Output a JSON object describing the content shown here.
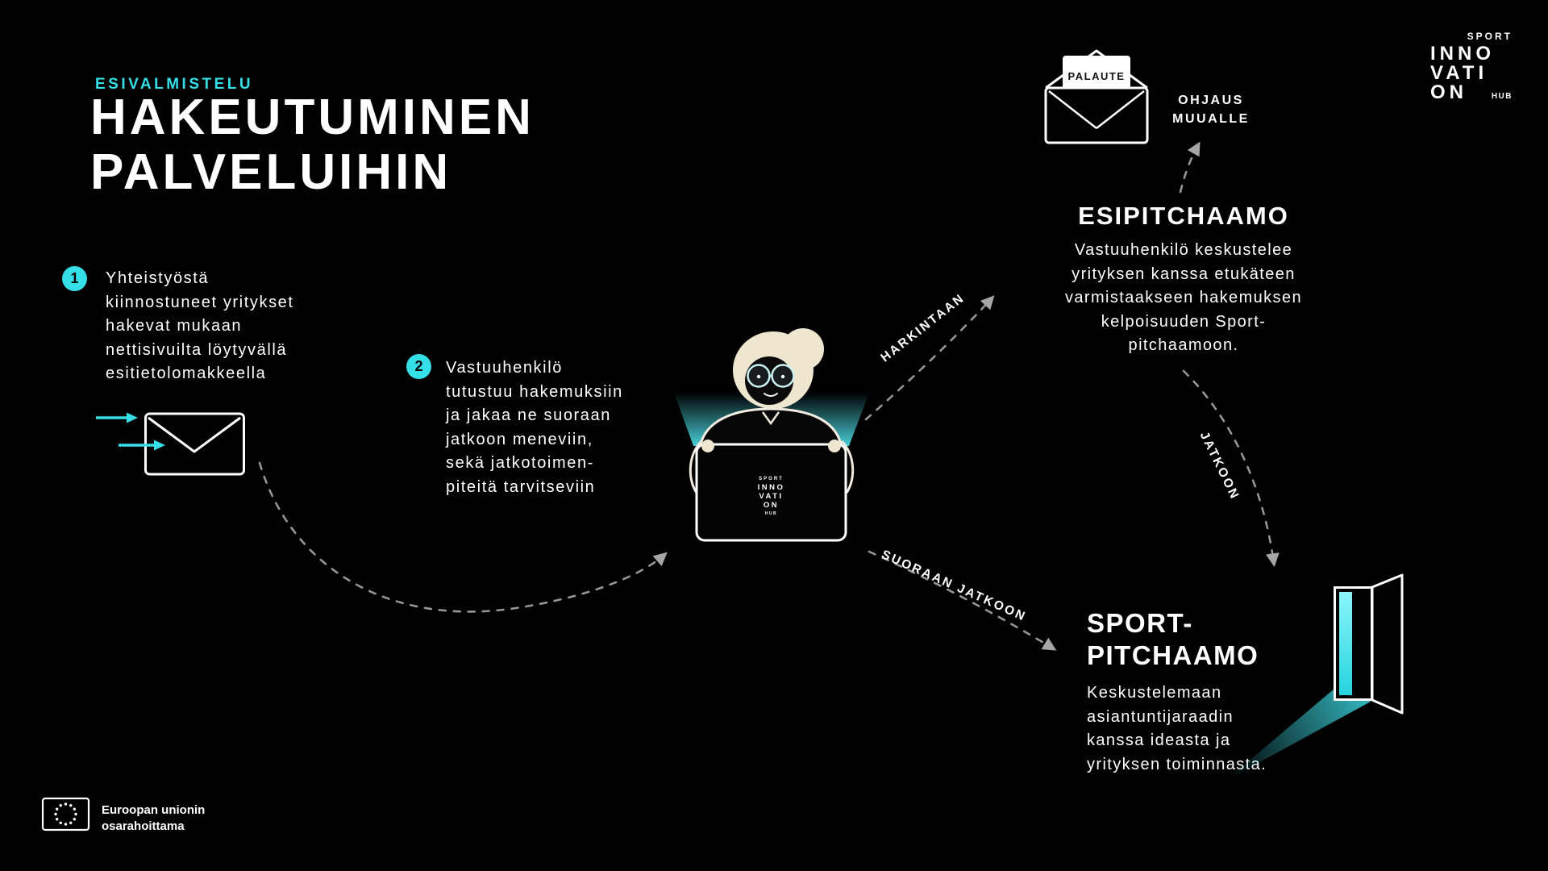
{
  "theme": {
    "background": "#000000",
    "accent": "#35DFE8",
    "text_color": "#FFFFFF",
    "dash_color": "#9B9B9B"
  },
  "header": {
    "kicker": "ESIVALMISTELU",
    "title_lines": [
      "HAKEUTUMINEN",
      "PALVELUIHIN"
    ]
  },
  "brand_logo": {
    "sport": "SPORT",
    "row1": "INNO",
    "row2": "VATI",
    "row3": "ON",
    "hub": "HUB"
  },
  "steps": [
    {
      "number": "1",
      "lines": [
        "Yhteistyöstä",
        "kiinnostuneet yritykset",
        "hakevat mukaan",
        "nettisivuilta löytyvällä",
        "esitietolomakkeella"
      ]
    },
    {
      "number": "2",
      "lines": [
        "Vastuuhenkilö",
        "tutustuu hakemuksiin",
        "ja jakaa ne suoraan",
        "jatkoon meneviin,",
        "sekä jatkotoimen-",
        "piteitä tarvitseviin"
      ]
    }
  ],
  "feedback": {
    "envelope_label": "PALAUTE",
    "redirect_lines": [
      "OHJAUS",
      "MUUALLE"
    ]
  },
  "esipitchaamo": {
    "title": "ESIPITCHAAMO",
    "lines": [
      "Vastuuhenkilö keskustelee",
      "yrityksen kanssa etukäteen",
      "varmistaakseen hakemuksen",
      "kelpoisuuden Sport-",
      "pitchaamoon."
    ]
  },
  "sportpitchaamo": {
    "title_lines": [
      "SPORT-",
      "PITCHAAMO"
    ],
    "lines": [
      "Keskustelemaan",
      "asiantuntijaraadin",
      "kanssa ideasta ja",
      "yrityksen toiminnasta."
    ]
  },
  "flow_labels": {
    "harkintaan": "HARKINTAAN",
    "suoraan_jatkoon": "SUORAAN JATKOON",
    "jatkoon": "JATKOON"
  },
  "footer": {
    "eu_lines": [
      "Euroopan unionin",
      "osarahoittama"
    ]
  }
}
